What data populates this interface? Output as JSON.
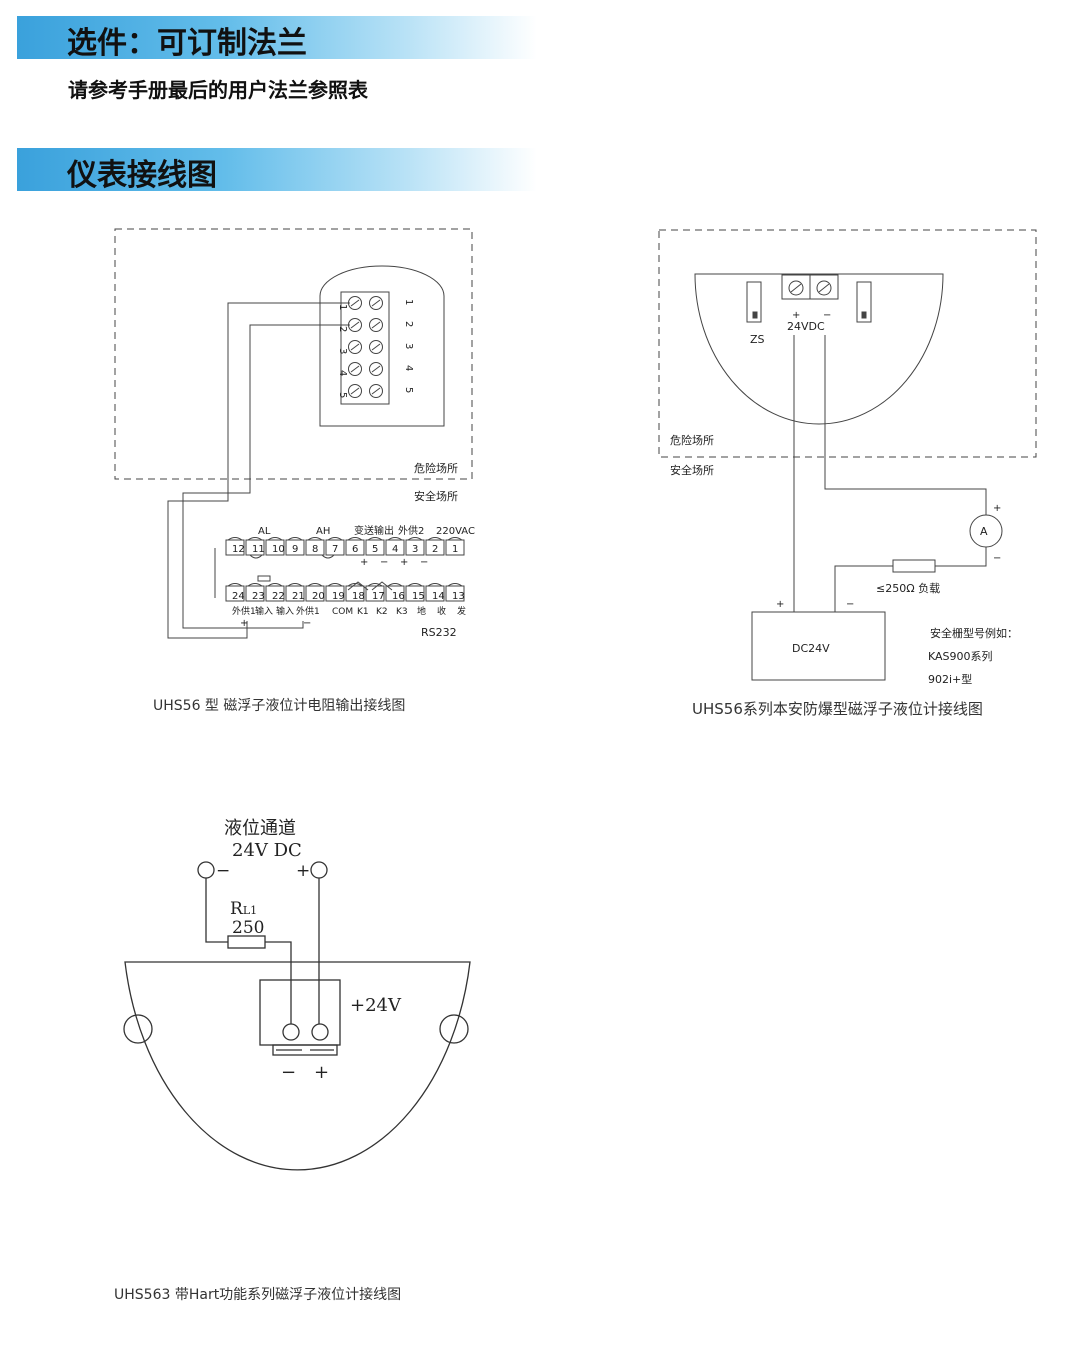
{
  "banners": {
    "options_title": "选件：可订制法兰",
    "options_sub": "请参考手册最后的用户法兰参照表",
    "wiring_title": "仪表接线图"
  },
  "diagram1": {
    "header_rows": [
      "1",
      "2",
      "3",
      "4",
      "5"
    ],
    "header_right_labels": [
      "1",
      "2",
      "3",
      "4",
      "5"
    ],
    "hazard_label": "危险场所",
    "safe_label": "安全场所",
    "group_labels": [
      "AL",
      "AH",
      "变送输出",
      "外供2",
      "220VAC"
    ],
    "top_terminals": [
      "12",
      "11",
      "10",
      "9",
      "8",
      "7",
      "6",
      "5",
      "4",
      "3",
      "2",
      "1"
    ],
    "top_signs": [
      "+",
      "−",
      "+",
      "−"
    ],
    "bottom_terminals": [
      "24",
      "23",
      "22",
      "21",
      "20",
      "19",
      "18",
      "17",
      "16",
      "15",
      "14",
      "13"
    ],
    "bottom_labels": [
      "外供1",
      "输入",
      "输入",
      "外供1",
      "COM",
      "K1",
      "K2",
      "K3",
      "地",
      "收",
      "发"
    ],
    "bottom_signs": [
      "+",
      "−"
    ],
    "rs232": "RS232",
    "caption": "UHS56 型 磁浮子液位计电阻输出接线图"
  },
  "diagram2": {
    "zs": "ZS",
    "supply": "24VDC",
    "plus": "+",
    "minus": "−",
    "hazard_label": "危险场所",
    "safe_label": "安全场所",
    "meter": "A",
    "load": "≤250Ω 负载",
    "dc": "DC24V",
    "barrier_title": "安全栅型号例如：",
    "barrier_1": "KAS900系列",
    "barrier_2": "902i+型",
    "caption": "UHS56系列本安防爆型磁浮子液位计接线图"
  },
  "diagram3": {
    "channel": "液位通道",
    "supply": "24V DC",
    "minus": "−",
    "plus": "+",
    "resistor_name": "R",
    "resistor_sub": "L1",
    "resistor_value": "250",
    "board_supply": "+24V",
    "caption": "UHS563  带Hart功能系列磁浮子液位计接线图"
  }
}
